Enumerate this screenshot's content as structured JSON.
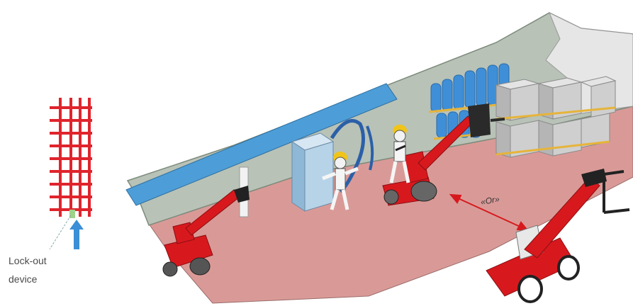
{
  "labels": {
    "lockout_line1": "Lock-out",
    "lockout_line2": "device",
    "or_text": "«Or»"
  },
  "colors": {
    "floor": "#d99a97",
    "wall": "#b8c2b7",
    "beam": "#4d9ed8",
    "machine_red": "#d7191e",
    "grid_red": "#e0242c",
    "arrow_blue": "#3b8fd6",
    "pallet_blue": "#3f8fd8",
    "box_grey": "#c9c9c9"
  },
  "icons": [
    "lockout-grid-icon",
    "up-arrow-icon",
    "worker-icon",
    "telehandler-icon",
    "double-arrow-icon"
  ]
}
